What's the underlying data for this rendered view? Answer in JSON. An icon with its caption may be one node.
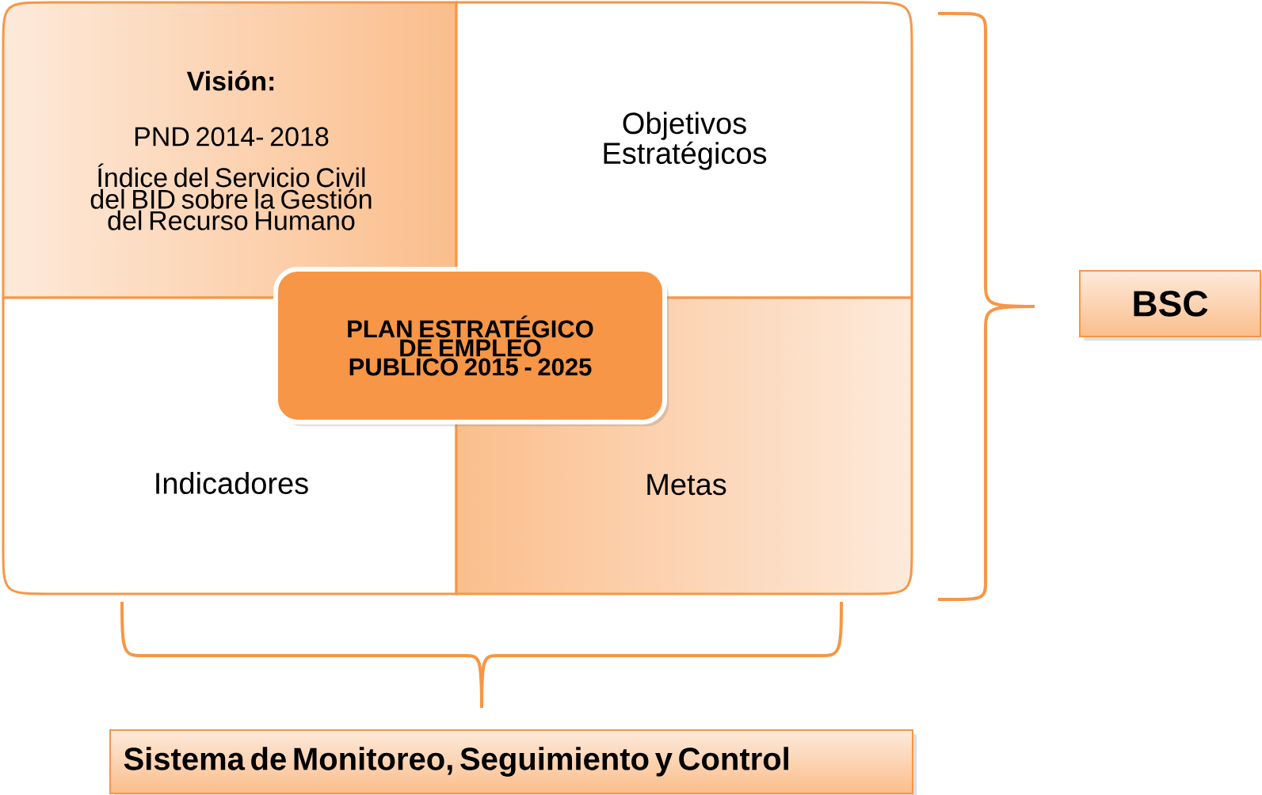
{
  "diagram": {
    "nodes": [
      {
        "text": [
          "Visión:",
          "PND 2014- 2018",
          "Índice del Servicio Civil del BID sobre la Gestión del Recurso Humano"
        ]
      },
      {
        "text": [
          "Objetivos Estratégicos"
        ]
      },
      {
        "text": [
          "Indicadores"
        ]
      },
      {
        "text": [
          "Metas"
        ]
      },
      {
        "text": [
          "PLAN ESTRATÉGICO DE EMPLEO PUBLICO 2015 - 2025"
        ]
      },
      {
        "text": [
          "BSC"
        ]
      },
      {
        "text": [
          "Sistema de Monitoreo, Seguimiento y Control"
        ]
      }
    ]
  }
}
